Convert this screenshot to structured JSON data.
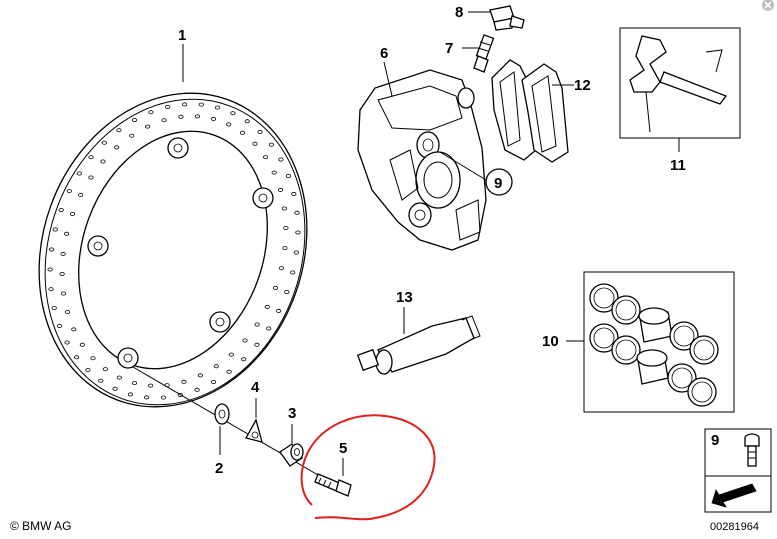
{
  "callouts": {
    "c1": "1",
    "c2": "2",
    "c3": "3",
    "c4": "4",
    "c5": "5",
    "c6": "6",
    "c7": "7",
    "c8": "8",
    "c9_circled": "9",
    "c10": "10",
    "c11": "11",
    "c12": "12",
    "c13": "13",
    "c9_box": "9"
  },
  "footer": {
    "copyright": "© BMW AG",
    "drawing_number": "00281964"
  },
  "colors": {
    "annotation": "#e0201c",
    "ink": "#000000",
    "close_button": "#bdbdbd"
  },
  "icons": {
    "close": "close-icon",
    "arrow": "arrow-icon"
  }
}
